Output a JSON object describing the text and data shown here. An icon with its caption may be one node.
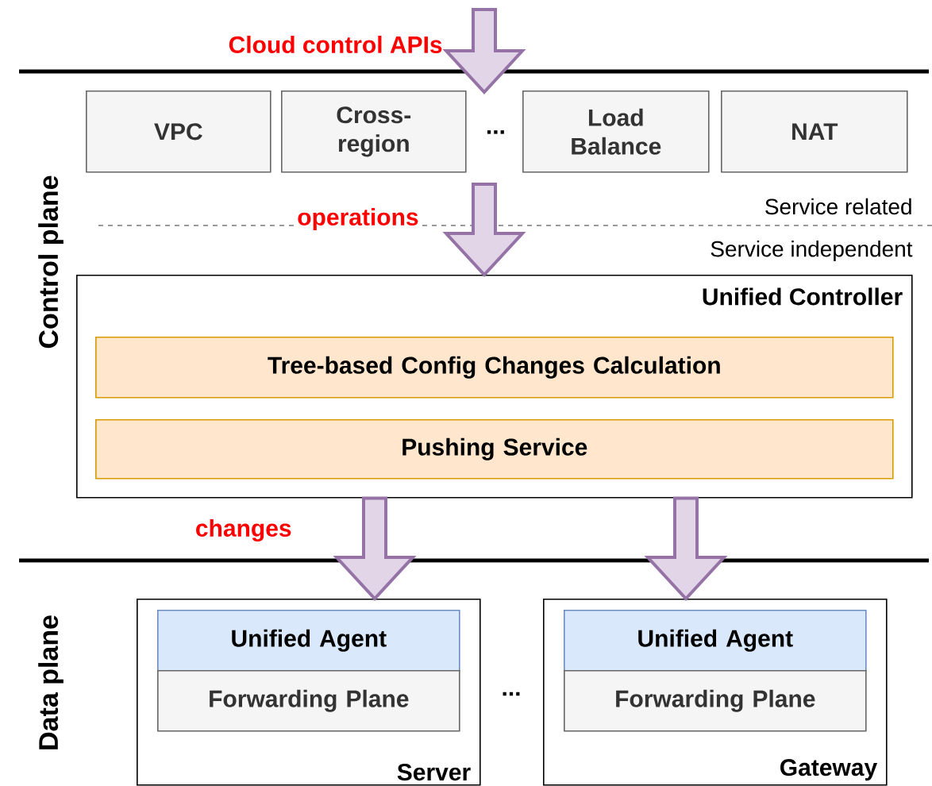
{
  "diagram": {
    "nodes": [
      {
        "text": [
          "VPC"
        ]
      },
      {
        "text": [
          "Cross-region"
        ]
      },
      {
        "text": [
          "..."
        ]
      },
      {
        "text": [
          "Load Balance"
        ]
      },
      {
        "text": [
          "NAT"
        ]
      },
      {
        "text": [
          "Unified Controller"
        ]
      },
      {
        "text": [
          "Tree-based Config Changes Calculation"
        ],
        "in": 5
      },
      {
        "text": [
          "Pushing Service"
        ],
        "in": 5
      },
      {
        "text": [
          "Server"
        ]
      },
      {
        "text": [
          "Unified Agent"
        ],
        "in": 8
      },
      {
        "text": [
          "Forwarding Plane"
        ],
        "in": 8
      },
      {
        "text": [
          "Gateway"
        ]
      },
      {
        "text": [
          "Unified Agent"
        ],
        "in": 11
      },
      {
        "text": [
          "Forwarding Plane"
        ],
        "in": 11
      }
    ],
    "edges": [
      {
        "from": null,
        "to": 2,
        "arrow": "to"
      },
      {
        "from": null,
        "to": 5,
        "arrow": "to"
      },
      {
        "from": 5,
        "to": 8,
        "arrow": "to"
      },
      {
        "from": 5,
        "to": 11,
        "arrow": "to"
      }
    ],
    "labels": [
      "Cloud control APIs",
      "operations",
      "Service related",
      "Service independent",
      "Control plane",
      "changes",
      "...",
      "Data plane"
    ]
  }
}
